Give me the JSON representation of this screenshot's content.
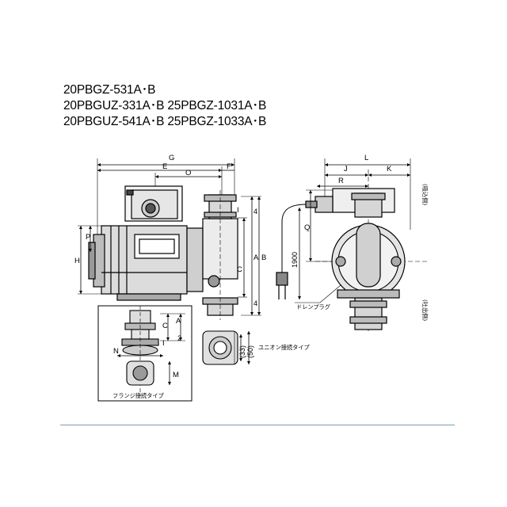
{
  "models": {
    "line1": "20PBGZ-531A･B",
    "line2": "20PBGUZ-331A･B  25PBGZ-1031A･B",
    "line3": "20PBGUZ-541A･B  25PBGZ-1033A･B"
  },
  "dims": {
    "G": "G",
    "E": "E",
    "O": "O",
    "F": "F",
    "J": "J",
    "L": "L",
    "K": "K",
    "R": "R",
    "H": "H",
    "P": "P",
    "I": "I",
    "C": "C",
    "A": "A",
    "B": "B",
    "Q": "Q",
    "N": "N",
    "M": "M",
    "I_small": "I",
    "C_small": "C",
    "A_small": "A",
    "four_top": "4",
    "four_bottom": "4",
    "two": "2",
    "n1900": "1900",
    "n33": "(33)",
    "n50": "(50)"
  },
  "captions": {
    "suction": "(吸込側)",
    "discharge": "(吐出側)",
    "drain_plug": "ドレンプラグ",
    "union_type": "ユニオン接続タイプ",
    "flange_type": "フランジ接続タイプ"
  }
}
